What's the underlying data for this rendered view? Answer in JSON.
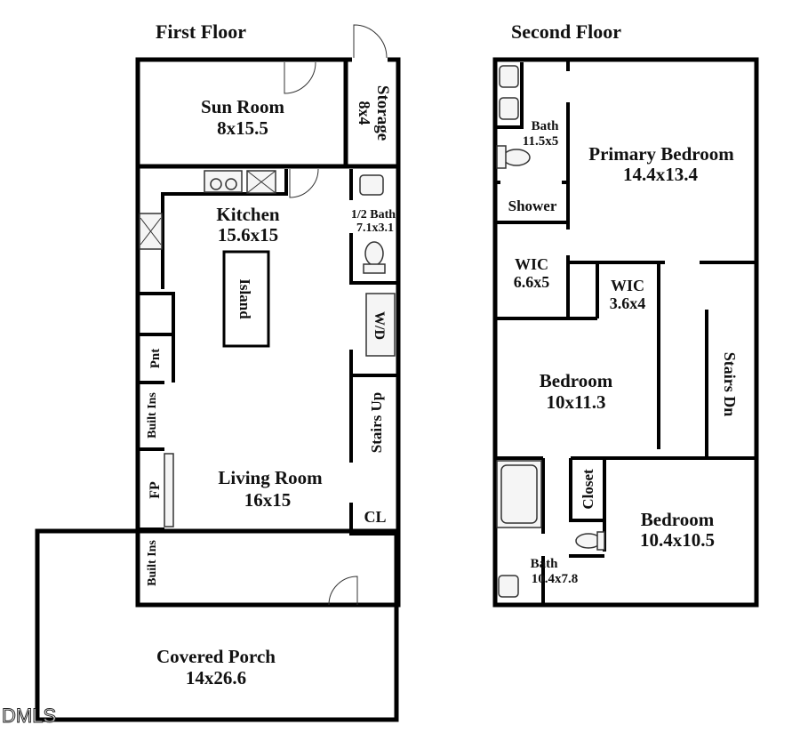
{
  "first_floor": {
    "title": "First Floor",
    "rooms": {
      "sun_room": {
        "name": "Sun Room",
        "size": "8x15.5"
      },
      "storage": {
        "name": "Storage",
        "size": "8x4"
      },
      "kitchen": {
        "name": "Kitchen",
        "size": "15.6x15"
      },
      "half_bath": {
        "name": "1/2 Bath",
        "size": "7.1x3.1"
      },
      "island": "Island",
      "washer_dryer": "W/D",
      "pantry": "Pnt",
      "built_ins_upper": "Built Ins",
      "fireplace": "FP",
      "built_ins_lower": "Built Ins",
      "stairs_up": "Stairs Up",
      "closet": "CL",
      "living_room": {
        "name": "Living Room",
        "size": "16x15"
      },
      "covered_porch": {
        "name": "Covered Porch",
        "size": "14x26.6"
      }
    }
  },
  "second_floor": {
    "title": "Second Floor",
    "rooms": {
      "primary_bath": {
        "name": "Bath",
        "size": "11.5x5"
      },
      "shower": "Shower",
      "primary_bedroom": {
        "name": "Primary Bedroom",
        "size": "14.4x13.4"
      },
      "wic_1": {
        "name": "WIC",
        "size": "6.6x5"
      },
      "wic_2": {
        "name": "WIC",
        "size": "3.6x4"
      },
      "stairs_down": "Stairs Dn",
      "bedroom_1": {
        "name": "Bedroom",
        "size": "10x11.3"
      },
      "closet": "Closet",
      "bedroom_2": {
        "name": "Bedroom",
        "size": "10.4x10.5"
      },
      "bath_2": {
        "name": "Bath",
        "size": "10.4x7.8"
      }
    }
  },
  "watermark": "DMLS",
  "colors": {
    "sun_room": "#dfe5e0",
    "storage": "#e9e6f1",
    "porch": "#e9dedb",
    "interior": "#f4f4f4",
    "wall": "#000000"
  }
}
